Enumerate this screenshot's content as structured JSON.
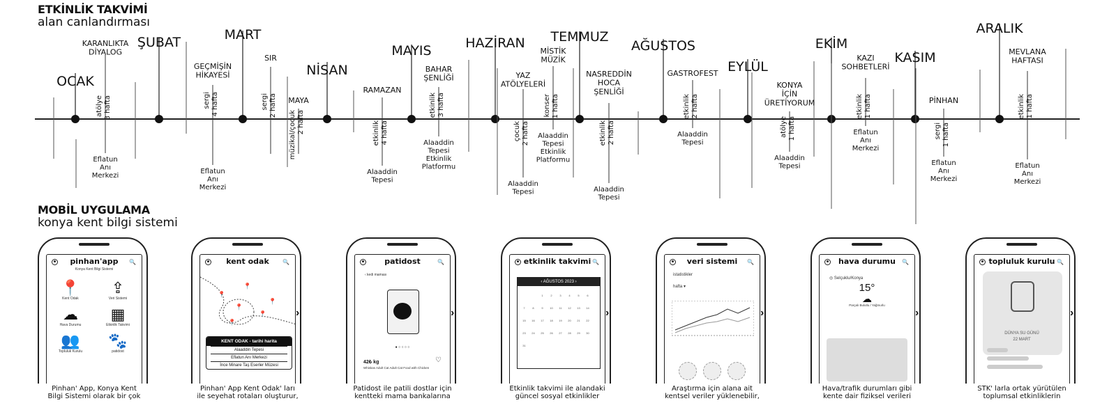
{
  "sections": {
    "events": {
      "title": "ETKİNLİK TAKVİMİ",
      "subtitle": "alan canlandırması"
    },
    "mobile": {
      "title": "MOBİL UYGULAMA",
      "subtitle": "konya kent bilgi sistemi"
    }
  },
  "months": [
    {
      "name": "OCAK"
    },
    {
      "name": "ŞUBAT"
    },
    {
      "name": "MART"
    },
    {
      "name": "NİSAN"
    },
    {
      "name": "MAYIS"
    },
    {
      "name": "HAZİRAN"
    },
    {
      "name": "TEMMUZ"
    },
    {
      "name": "AĞUSTOS"
    },
    {
      "name": "EYLÜL"
    },
    {
      "name": "EKİM"
    },
    {
      "name": "KASIM"
    },
    {
      "name": "ARALIK"
    }
  ],
  "events": [
    {
      "name": "KARANLIKTA\nDİYALOG",
      "type": "atölye\n3 hafta",
      "place": "Eflatun\nAnı\nMerkezi"
    },
    {
      "name": "GEÇMİŞİN\nHİKAYESİ",
      "type": "sergi\n4 hafta",
      "place": "Eflatun\nAnı\nMerkezi"
    },
    {
      "name": "SIR",
      "type": "sergi\n2 hafta",
      "place": ""
    },
    {
      "name": "MAYA",
      "type": "müzikal/çocuk\n2 hafta",
      "place": ""
    },
    {
      "name": "RAMAZAN",
      "type": "etkinlik\n4 hafta",
      "place": "Alaaddin\nTepesi"
    },
    {
      "name": "BAHAR\nŞENLİĞİ",
      "type": "etkinlik\n3 hafta",
      "place": "Alaaddin\nTepesi\nEtkinlik\nPlatformu"
    },
    {
      "name": "YAZ\nATÖLYELERİ",
      "type": "çocuk\n2 hafta",
      "place": "Alaaddin\nTepesi"
    },
    {
      "name": "MİSTİK\nMÜZİK",
      "type": "konser\n1 hafta",
      "place": "Alaaddin\nTepesi\nEtkinlik\nPlatformu"
    },
    {
      "name": "NASREDDİN\nHOCA\nŞENLİĞİ",
      "type": "etkinlik\n2 hafta",
      "place": "Alaaddin\nTepesi"
    },
    {
      "name": "GASTROFEST",
      "type": "etkinlik\n2 hafta",
      "place": "Alaaddin\nTepesi"
    },
    {
      "name": "KONYA\nİÇİN\nÜRETİYORUM",
      "type": "atölye\n1 hafta",
      "place": "Alaaddin\nTepesi"
    },
    {
      "name": "KAZI\nSOHBETLERİ",
      "type": "etkinlik\n1 hafta",
      "place": "Eflatun\nAnı\nMerkezi"
    },
    {
      "name": "PİNHAN",
      "type": "sergi\n1 hafta",
      "place": "Eflatun\nAnı\nMerkezi"
    },
    {
      "name": "MEVLANA\nHAFTASI",
      "type": "etkinlik\n1 hafta",
      "place": "Eflatun\nAnı\nMerkezi"
    }
  ],
  "phones": [
    {
      "title": "pinhan'app",
      "subtitle": "Konya Kent Bilgi Sistemi",
      "apps": [
        "Kent Odak",
        "Veri Sistemi",
        "Hava Durumu",
        "Etkinlik Takvimi",
        "Topluluk Kurulu",
        "patidost"
      ],
      "caption": "Pinhan' App, Konya Kent\nBilgi Sistemi olarak bir çok"
    },
    {
      "title": "kent odak",
      "panel_title": "KENT ODAK - tarihi harita",
      "panel_items": [
        "Alaaddin Tepesi",
        "Eflatun Anı Merkezi",
        "İnce Minare Taş Eserler Müzesi"
      ],
      "caption": "Pinhan' App Kent Odak' ları\nile seyehat rotaları oluşturur,"
    },
    {
      "title": "patidost",
      "back": "kedi maması",
      "weight": "42₺ kg",
      "product": "Whiskas Adult Cat Adult Cat Food with Chicken",
      "caption": "Patidost ile patili dostlar için\nkentteki mama bankalarına"
    },
    {
      "title": "etkinlik takvimi",
      "calendar_month": "AĞUSTOS 2023",
      "caption": "Etkinlik takvimi ile alandaki\ngüncel sosyal etkinlikler"
    },
    {
      "title": "veri sistemi",
      "stats": "istatistikler",
      "filter": "hafta",
      "caption": "Araştırma için alana ait\nkentsel veriler yüklenebilir,"
    },
    {
      "title": "hava durumu",
      "location": "Selçuklu/Konya",
      "temperature": "15",
      "status": "Parçalı Bulutlu / Yağmurlu",
      "caption": "Hava/trafik durumları gibi\nkente dair fiziksel verileri"
    },
    {
      "title": "topluluk kurulu",
      "event_title": "DÜNYA SU GÜNÜ",
      "event_date": "22 MART",
      "caption": "STK' larla ortak yürütülen\ntoplumsal etkinliklerin"
    }
  ],
  "colors": {
    "ink": "#111111",
    "line": "#222222"
  }
}
